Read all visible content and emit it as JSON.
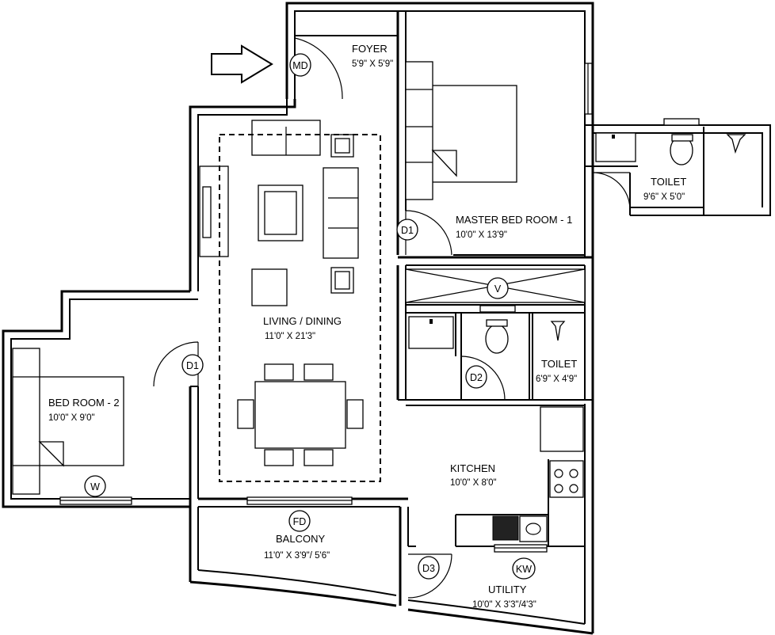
{
  "rooms": {
    "foyer": {
      "name": "FOYER",
      "size": "5'9\" X 5'9\""
    },
    "master_bedroom": {
      "name": "MASTER BED ROOM  - 1",
      "size": "10'0\"  X 13'9\""
    },
    "master_toilet": {
      "name": "TOILET",
      "size": "9'6\"  X 5'0\""
    },
    "living_dining": {
      "name": "LIVING / DINING",
      "size": "11'0\"  X 21'3\""
    },
    "bedroom2": {
      "name": "BED ROOM - 2",
      "size": "10'0\" X 9'0\""
    },
    "toilet2": {
      "name": "TOILET",
      "size": "6'9\"  X 4'9\""
    },
    "kitchen": {
      "name": "KITCHEN",
      "size": "10'0\"  X 8'0\""
    },
    "balcony": {
      "name": "BALCONY",
      "size": "11'0\" X 3'9\"/ 5'6\""
    },
    "utility": {
      "name": "UTILITY",
      "size": "10'0\"  X 3'3\"/4'3\""
    }
  },
  "tags": {
    "main_door": "MD",
    "door_d1": "D1",
    "door_d2": "D2",
    "door_d3": "D3",
    "french_door": "FD",
    "window": "W",
    "ventilator": "V",
    "kitchen_window": "KW"
  },
  "icons": {
    "entry_arrow": "arrow-right-outline"
  }
}
